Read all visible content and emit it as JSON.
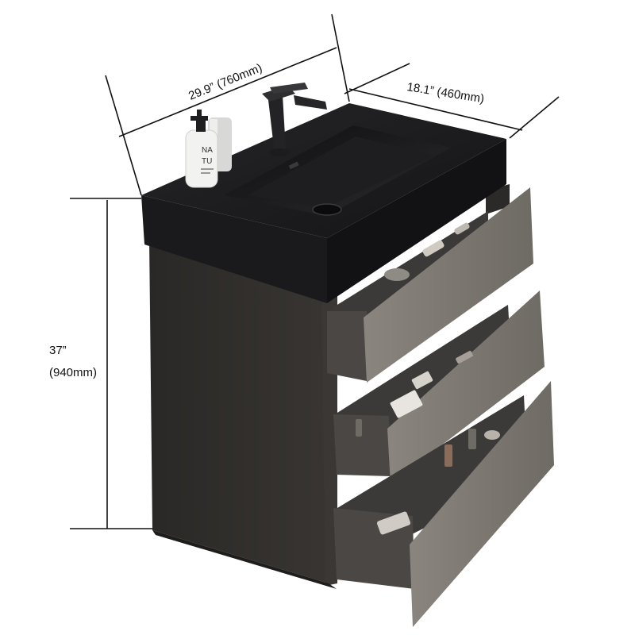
{
  "dimensions": {
    "width": {
      "label": "29.9” (760mm)"
    },
    "depth": {
      "label": "18.1” (460mm)"
    },
    "height": {
      "line1": "37”",
      "line2": "(940mm)"
    }
  },
  "bottle": {
    "label_line1": "NA",
    "label_line2": "TU"
  },
  "colors": {
    "countertop": "#1b1b1d",
    "cabinet_body": "#2f2d2b",
    "drawer_front": "#7a766f",
    "drawer_interior": "#3c3a38",
    "faucet": "#2a2a2c",
    "dimension_line": "#111111"
  },
  "icons": [
    "faucet-icon",
    "soap-bottle-icon",
    "drain-icon"
  ]
}
